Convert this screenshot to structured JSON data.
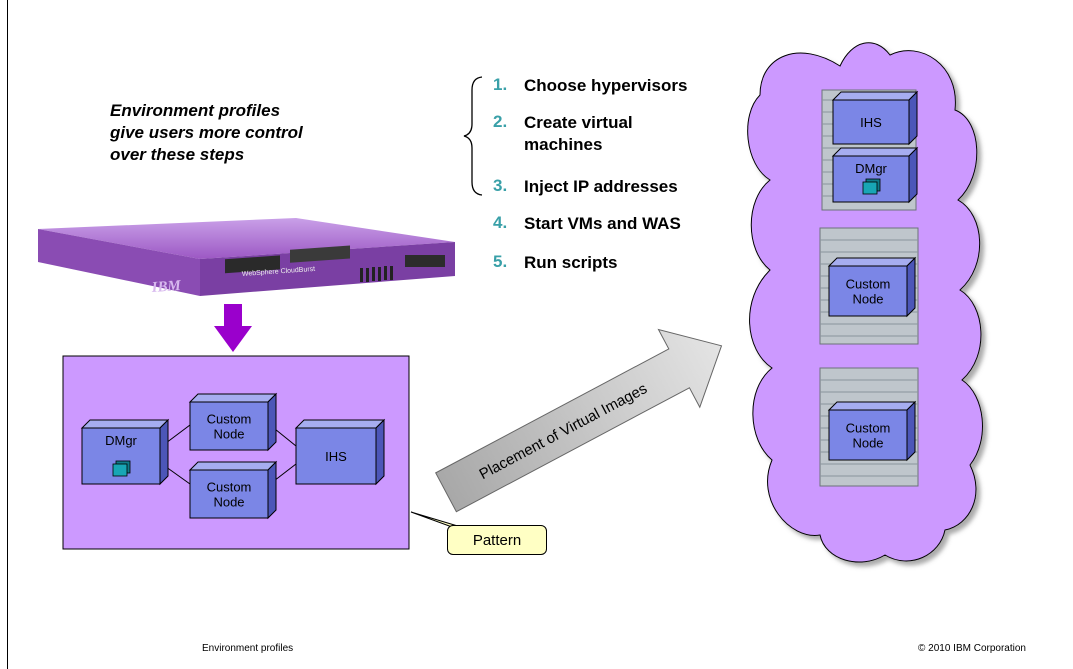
{
  "profile_note": {
    "lines": [
      "Environment profiles",
      "give users more control",
      "over these steps"
    ]
  },
  "steps": [
    {
      "number": "1.",
      "lines": [
        "Choose hypervisors"
      ]
    },
    {
      "number": "2.",
      "lines": [
        "Create virtual",
        "machines"
      ]
    },
    {
      "number": "3.",
      "lines": [
        "Inject IP addresses"
      ]
    },
    {
      "number": "4.",
      "lines": [
        "Start VMs and WAS"
      ]
    },
    {
      "number": "5.",
      "lines": [
        "Run scripts"
      ]
    }
  ],
  "appliance": {
    "logo": "IBM",
    "product_label": "WebSphere CloudBurst"
  },
  "pattern": {
    "nodes": {
      "dmgr": "DMgr",
      "custom_top": [
        "Custom",
        "Node"
      ],
      "custom_bottom": [
        "Custom",
        "Node"
      ],
      "ihs": "IHS"
    },
    "callout": "Pattern"
  },
  "placement_arrow_label": "Placement of Virtual Images",
  "cloud": {
    "top_node": "IHS",
    "dmgr_node": "DMgr",
    "custom_node_1": [
      "Custom",
      "Node"
    ],
    "custom_node_2": [
      "Custom",
      "Node"
    ]
  },
  "footer": {
    "left": "Environment profiles",
    "right": "© 2010 IBM Corporation"
  },
  "colors": {
    "step_number": "#39a0a8",
    "appliance": "#a667c9",
    "pattern_box": "#cc99ff",
    "node_box": "#7b86e6",
    "cloud": "#cc99ff",
    "down_arrow": "#9a00cc",
    "callout": "#ffffc4"
  }
}
